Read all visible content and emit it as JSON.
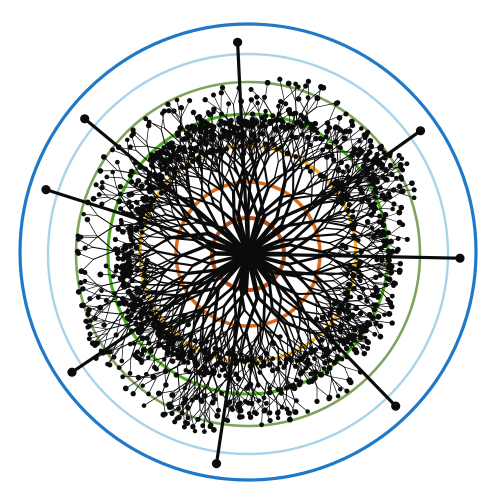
{
  "artwork": {
    "subject": "radial-branching-tree-drawing",
    "colors": {
      "background": "#ffffff",
      "ink": "#0b0b0b",
      "outer_circle": "#1f78c8",
      "ring_light_blue": "#a9d3ea",
      "ring_olive": "#7ea35a",
      "ring_green": "#4cab1e",
      "ring_yellow": "#f2b41a",
      "ring_orange": "#d86a1c",
      "ring_brown": "#b34e1a"
    },
    "rings": [
      {
        "name": "brown",
        "color_key": "ring_brown"
      },
      {
        "name": "orange",
        "color_key": "ring_orange"
      },
      {
        "name": "yellow",
        "color_key": "ring_yellow"
      },
      {
        "name": "green",
        "color_key": "ring_green"
      },
      {
        "name": "olive",
        "color_key": "ring_olive"
      },
      {
        "name": "light-blue",
        "color_key": "ring_light_blue"
      }
    ],
    "branch_count": 28
  }
}
